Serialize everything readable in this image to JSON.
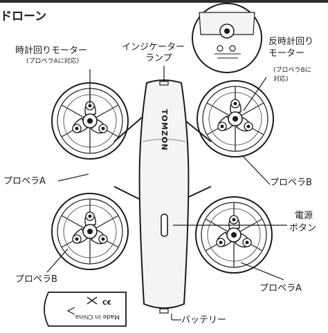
{
  "title": "ドローン",
  "labels": {
    "cw_motor": "時計回りモーター",
    "cw_motor_note": "(プロペラAに対応)",
    "indicator_line1": "インジケーター",
    "indicator_line2": "ランプ",
    "ccw_motor_line1": "反時計回り",
    "ccw_motor_line2": "モーター",
    "ccw_motor_note_line1": "(プロペラBに",
    "ccw_motor_note_line2": "対応)",
    "prop_a_left": "プロペラA",
    "prop_b_right": "プロペラB",
    "power_line1": "電源",
    "power_line2": "ボタン",
    "prop_b_left": "プロペラB",
    "battery": "バッテリー",
    "prop_a_right": "プロペラA"
  },
  "body_brand": "TOMZON",
  "battery_text": "Made in China"
}
